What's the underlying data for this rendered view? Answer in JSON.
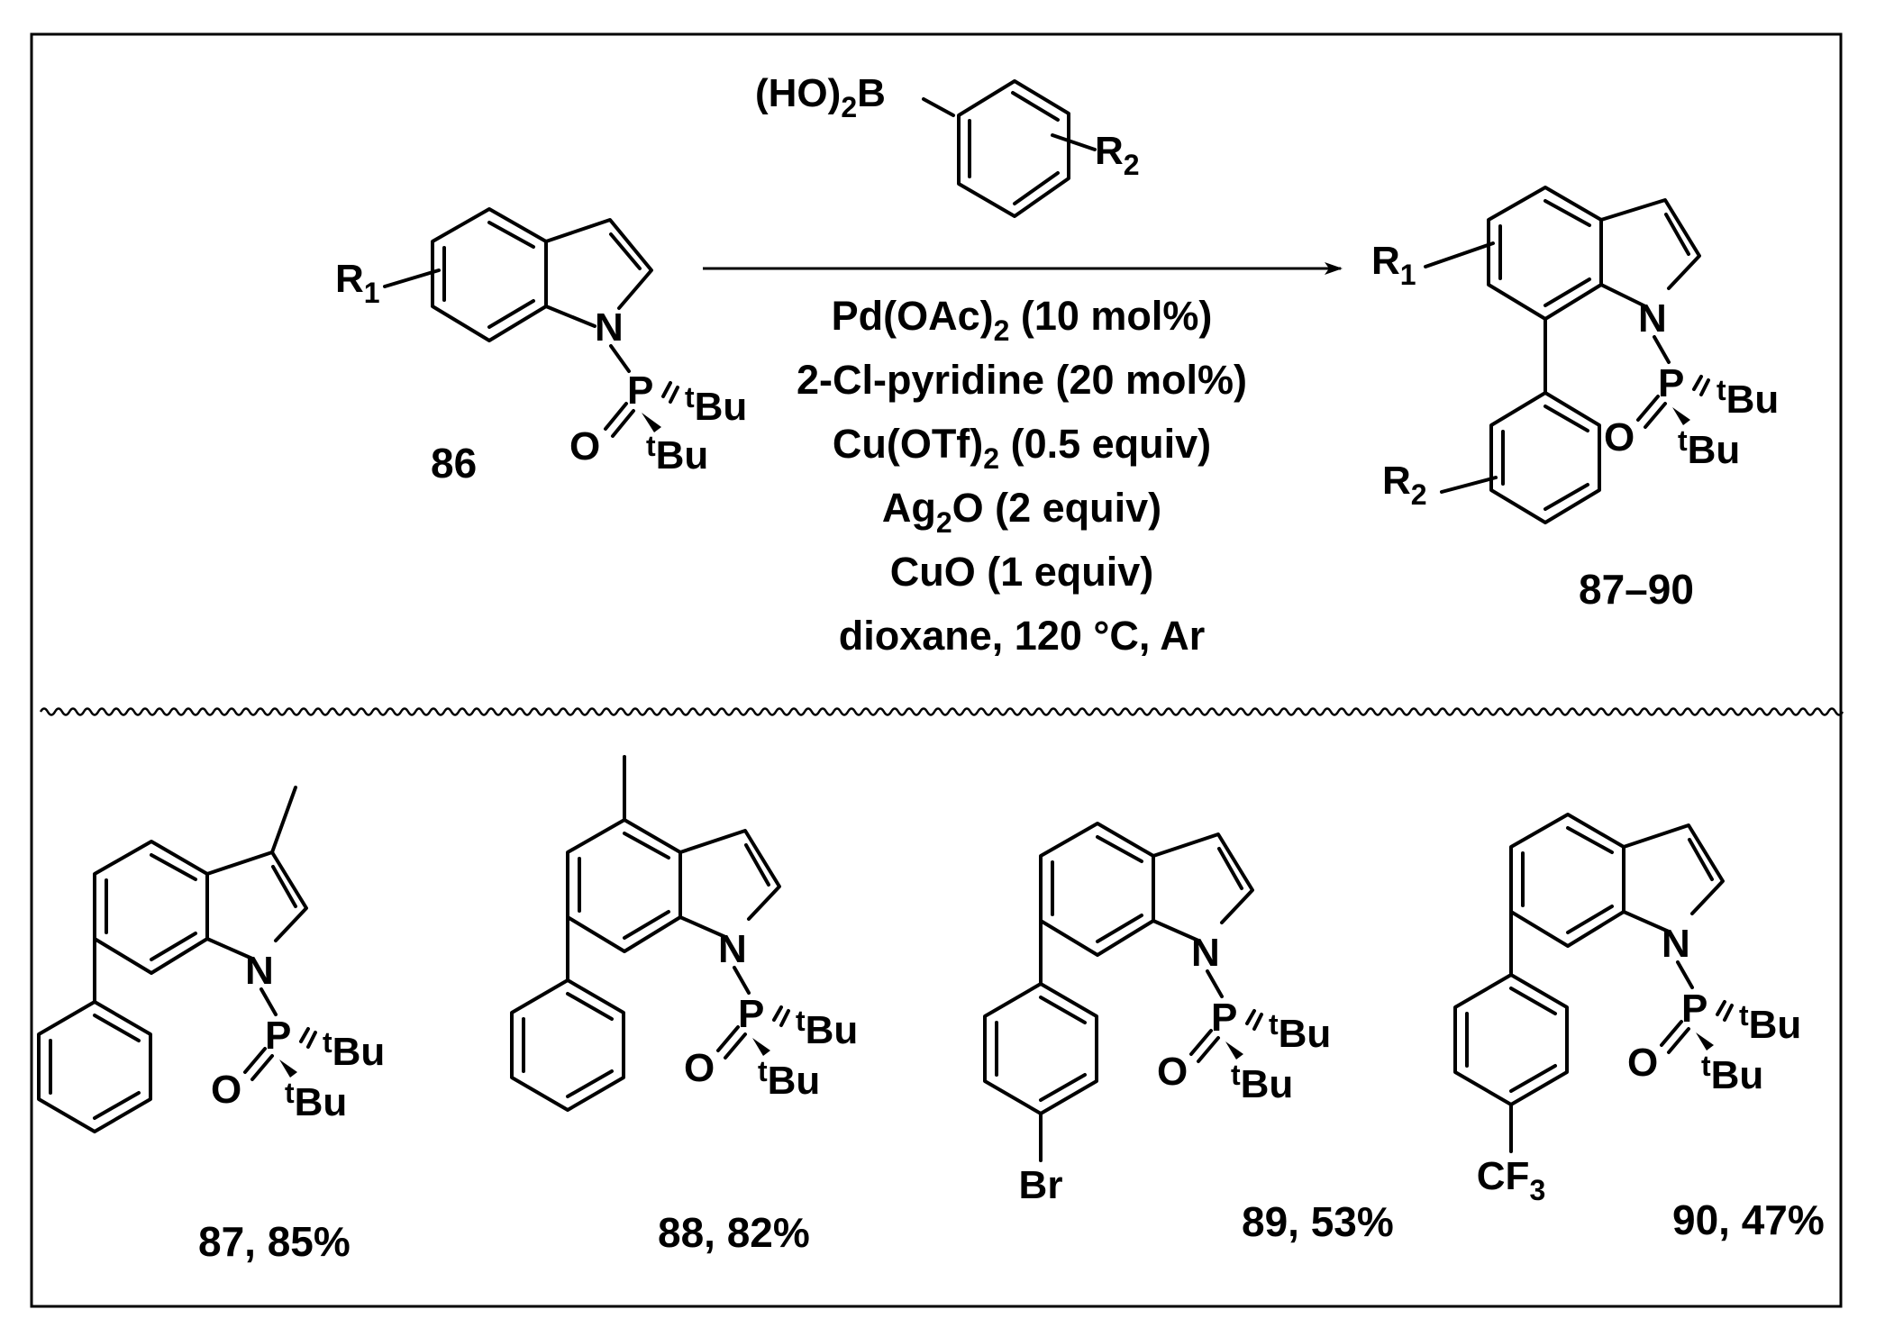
{
  "reagent": {
    "boronic_prefix": "(HO)",
    "boronic_sub": "2",
    "boronic_b": "B",
    "substituent": "R",
    "substituent_sub": "2"
  },
  "substrate": {
    "r1": "R",
    "r1_sub": "1",
    "n": "N",
    "p": "P",
    "o": "O",
    "tbu_sup": "t",
    "tbu": "Bu",
    "label": "86"
  },
  "conditions": [
    {
      "main": "Pd(OAc)",
      "sub": "2",
      "tail": " (10 mol%)"
    },
    {
      "main": "2-Cl-pyridine (20 mol%)",
      "sub": "",
      "tail": ""
    },
    {
      "main": "Cu(OTf)",
      "sub": "2",
      "tail": " (0.5 equiv)"
    },
    {
      "main": "Ag",
      "sub": "2",
      "tail": "O (2 equiv)"
    },
    {
      "main": "CuO (1 equiv)",
      "sub": "",
      "tail": ""
    },
    {
      "main": "dioxane, 120 °C, Ar",
      "sub": "",
      "tail": ""
    }
  ],
  "product_general": {
    "r1": "R",
    "r1_sub": "1",
    "r2": "R",
    "r2_sub": "2",
    "label": "87–90"
  },
  "examples": [
    {
      "id": "87",
      "label": "87, 85%",
      "para_substituent": "",
      "para_sub": ""
    },
    {
      "id": "88",
      "label": "88, 82%",
      "para_substituent": "",
      "para_sub": ""
    },
    {
      "id": "89",
      "label": "89, 53%",
      "para_substituent": "Br",
      "para_sub": ""
    },
    {
      "id": "90",
      "label": "90, 47%",
      "para_substituent": "CF",
      "para_sub": "3"
    }
  ]
}
